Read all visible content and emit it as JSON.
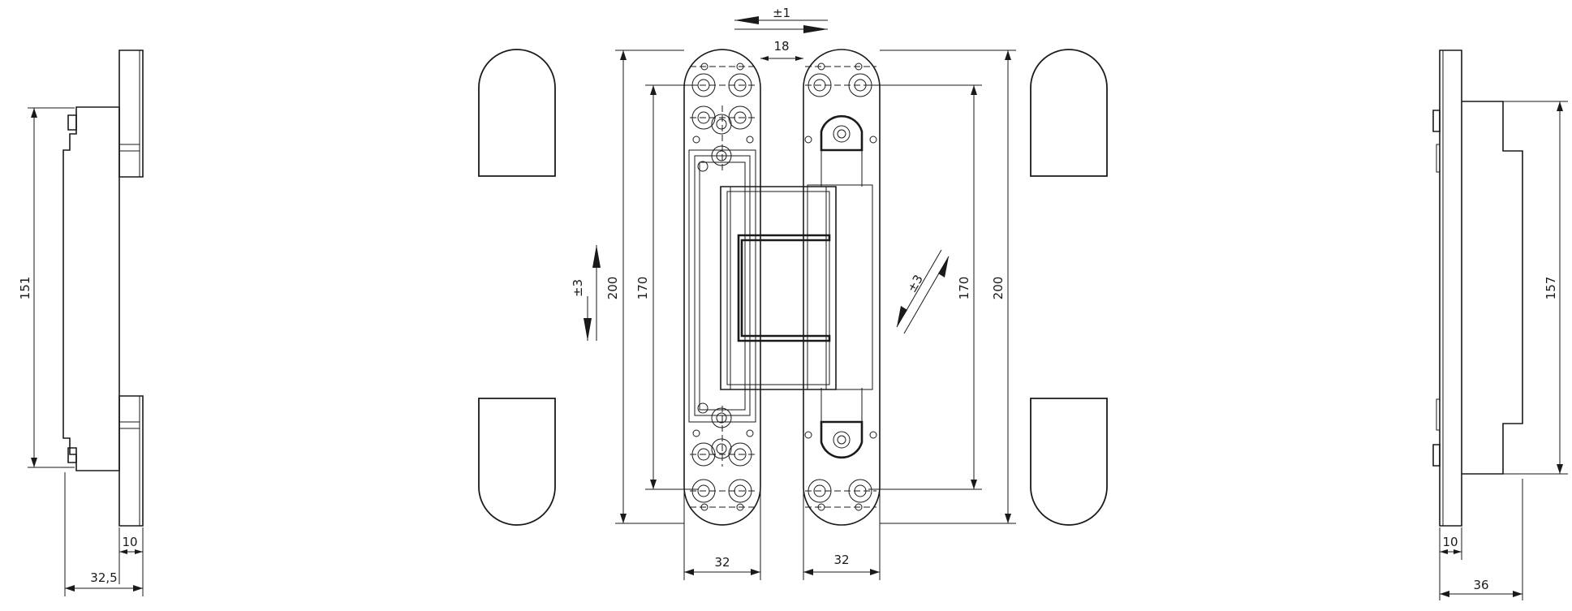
{
  "dimensions": {
    "left_height": "151",
    "left_plate_width": "10",
    "left_depth": "32,5",
    "adjust_vertical": "±3",
    "overall_height_left": "200",
    "hole_spacing_left": "170",
    "adjust_lateral": "±1",
    "gap": "18",
    "leaf_width_left": "32",
    "leaf_width_right": "32",
    "adjust_depth": "±3",
    "hole_spacing_right": "170",
    "overall_height_right": "200",
    "right_height": "157",
    "right_plate_width": "10",
    "right_depth": "36"
  }
}
